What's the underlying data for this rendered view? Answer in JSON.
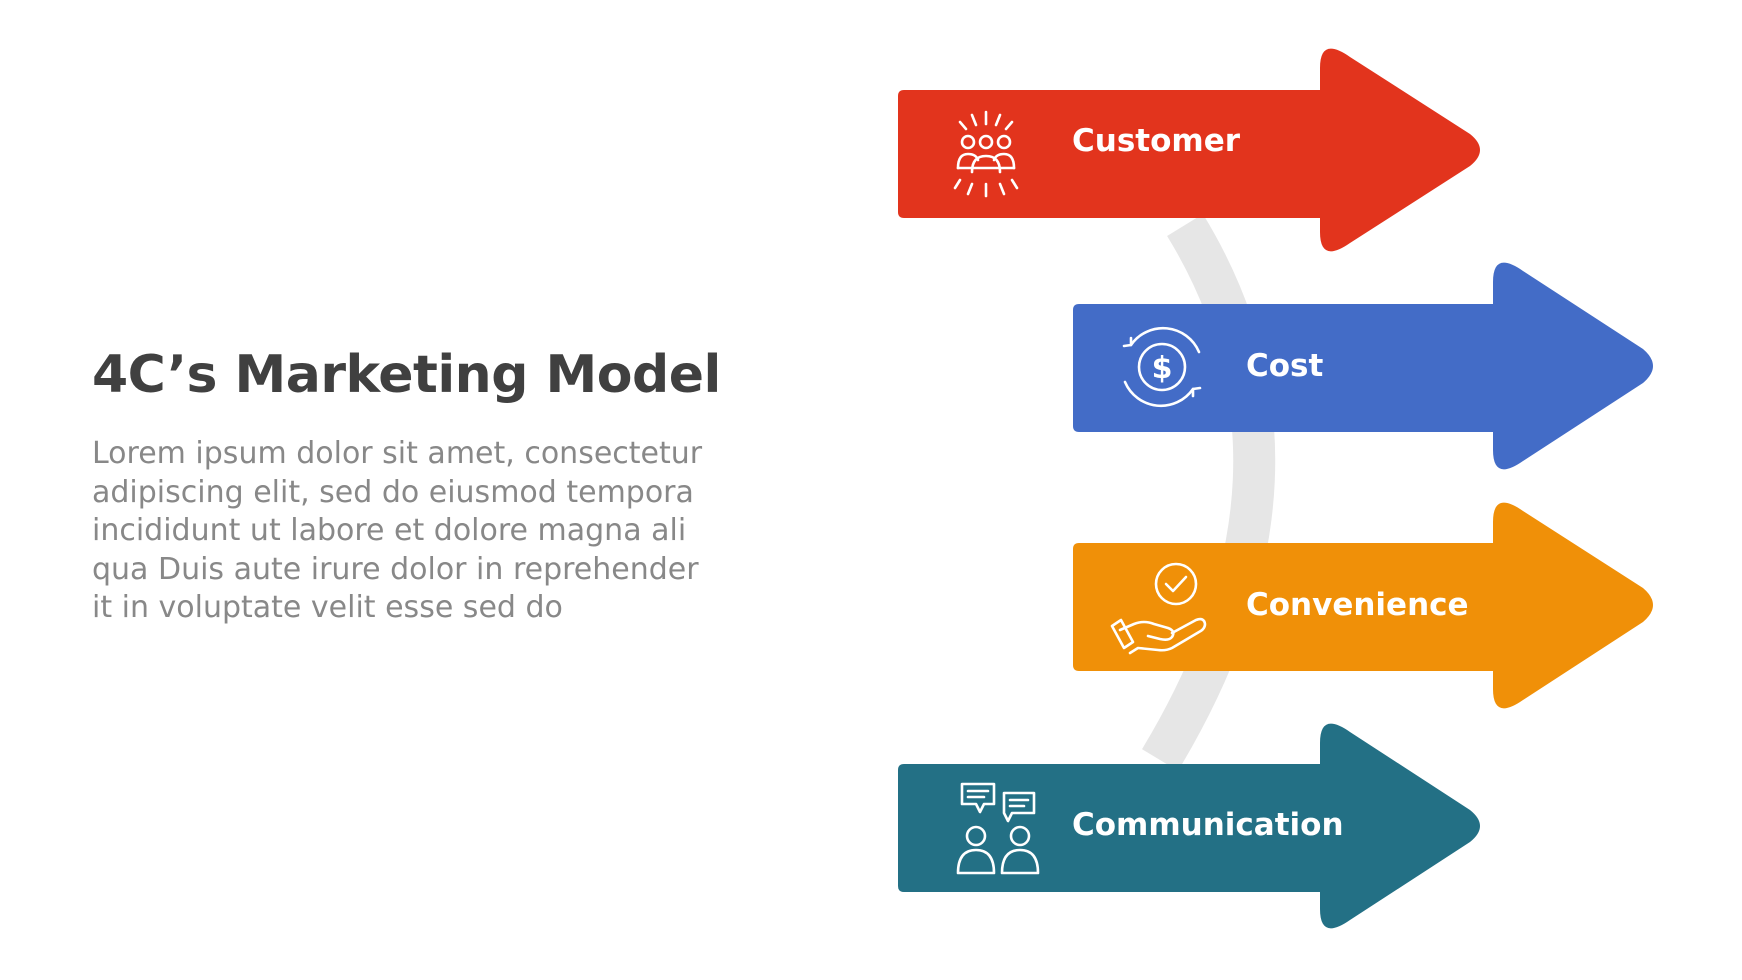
{
  "title": "4C’s Marketing Model",
  "description_lines": [
    "Lorem ipsum dolor sit amet, consectetur",
    "adipiscing elit, sed do eiusmod tempora",
    "incididunt ut labore et dolore magna ali",
    "qua Duis aute irure dolor in reprehender",
    "it in voluptate velit esse sed do"
  ],
  "items": [
    {
      "label": "Customer",
      "color": "#e2341d",
      "icon": "people-group-icon"
    },
    {
      "label": "Cost",
      "color": "#436cc7",
      "icon": "dollar-cycle-icon"
    },
    {
      "label": "Convenience",
      "color": "#f09008",
      "icon": "hand-check-icon"
    },
    {
      "label": "Communication",
      "color": "#237085",
      "icon": "people-chat-icon"
    }
  ],
  "arc_color": "#e6e6e6"
}
